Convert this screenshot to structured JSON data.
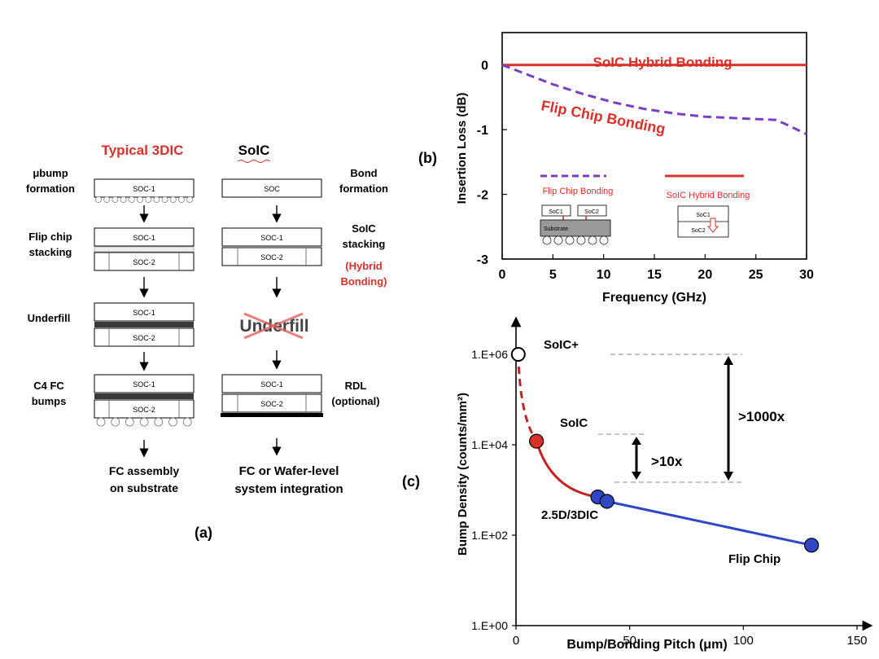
{
  "colors": {
    "red": "#d7312a",
    "purple": "#7a3fc0",
    "blue": "#2f47c4",
    "dark_red": "#c42323",
    "box_fill": "#e6e6e6",
    "bond_fill": "#3a3a3a"
  },
  "panel_a": {
    "col_left_title": "Typical 3DIC",
    "col_right_title": "SoIC",
    "left_steps": [
      {
        "label_lines": [
          "μbump",
          "formation"
        ]
      },
      {
        "label_lines": [
          "Flip chip",
          "stacking"
        ]
      },
      {
        "label_lines": [
          "Underfill"
        ]
      },
      {
        "label_lines": [
          "C4 FC",
          "bumps"
        ]
      }
    ],
    "right_steps": [
      {
        "label_lines": [
          "Bond",
          "formation"
        ]
      },
      {
        "label_lines": [
          "SoIC",
          "stacking"
        ],
        "note_lines": [
          "(Hybrid",
          "Bonding)"
        ]
      },
      {
        "label_lines": []
      },
      {
        "label_lines": [
          "RDL",
          "(optional)"
        ]
      }
    ],
    "chip_labels": {
      "soc": "SOC",
      "soc1": "SOC-1",
      "soc2": "SOC-2"
    },
    "crossed_text": "Underfill",
    "left_result_lines": [
      "FC assembly",
      "on substrate"
    ],
    "right_result_lines": [
      "FC or Wafer-level",
      "system integration"
    ],
    "panel_label": "(a)"
  },
  "panel_b": {
    "panel_label": "(b)",
    "ylabel": "Insertion Loss (dB)",
    "xlabel": "Frequency (GHz)",
    "series_labels": [
      "SoIC Hybrid Bonding",
      "Flip Chip Bonding"
    ],
    "inset": {
      "fc_label": "Flip Chip Bonding",
      "soic_label": "SoIC Hybrid Bonding",
      "fc_chips": [
        "SoC1",
        "SoC2"
      ],
      "substrate": "Substrate",
      "soic_chips": [
        "SoC1",
        "SoC2"
      ]
    }
  },
  "panel_c": {
    "panel_label": "(c)",
    "ylabel": "Bump Density (counts/mm²)",
    "xlabel": "Bump/Bonding Pitch (μm)",
    "point_labels": [
      "SoIC+",
      "SoIC",
      "2.5D/3DIC",
      "Flip Chip"
    ],
    "ratio_labels": [
      ">10x",
      ">1000x"
    ]
  },
  "chart_data": [
    {
      "type": "line",
      "xlabel": "Frequency (GHz)",
      "ylabel": "Insertion Loss (dB)",
      "xlim": [
        0,
        30
      ],
      "ylim": [
        -3,
        0.5
      ],
      "xticks": [
        "0",
        "5",
        "10",
        "15",
        "20",
        "25",
        "30"
      ],
      "yticks": [
        "0",
        "-1",
        "-2",
        "-3"
      ],
      "series": [
        {
          "name": "SoIC Hybrid Bonding",
          "style": "solid",
          "color": "#d7312a",
          "x": [
            0,
            30
          ],
          "y": [
            0,
            0
          ]
        },
        {
          "name": "Flip Chip Bonding",
          "style": "dashed",
          "color": "#7a3fc0",
          "x": [
            0,
            2,
            5,
            8,
            11,
            14,
            17,
            20,
            24,
            27,
            28,
            30
          ],
          "y": [
            0,
            -0.12,
            -0.3,
            -0.45,
            -0.58,
            -0.68,
            -0.75,
            -0.8,
            -0.83,
            -0.85,
            -0.92,
            -1.07
          ]
        }
      ]
    },
    {
      "type": "scatter",
      "xlabel": "Bump/Bonding Pitch (μm)",
      "ylabel": "Bump Density (counts/mm²)",
      "xlim": [
        0,
        150
      ],
      "yscale": "log",
      "ylim": [
        1,
        1000000
      ],
      "xticks": [
        "0",
        "50",
        "100",
        "150"
      ],
      "yticks": [
        "1.E+00",
        "1.E+02",
        "1.E+04",
        "1.E+06"
      ],
      "series": [
        {
          "name": "SoIC+",
          "x": [
            1
          ],
          "y": [
            1000000
          ]
        },
        {
          "name": "SoIC",
          "x": [
            9
          ],
          "y": [
            12000
          ]
        },
        {
          "name": "2.5D/3DIC",
          "x": [
            36,
            40
          ],
          "y": [
            700,
            560
          ]
        },
        {
          "name": "Flip Chip",
          "x": [
            130
          ],
          "y": [
            60
          ]
        }
      ]
    }
  ]
}
